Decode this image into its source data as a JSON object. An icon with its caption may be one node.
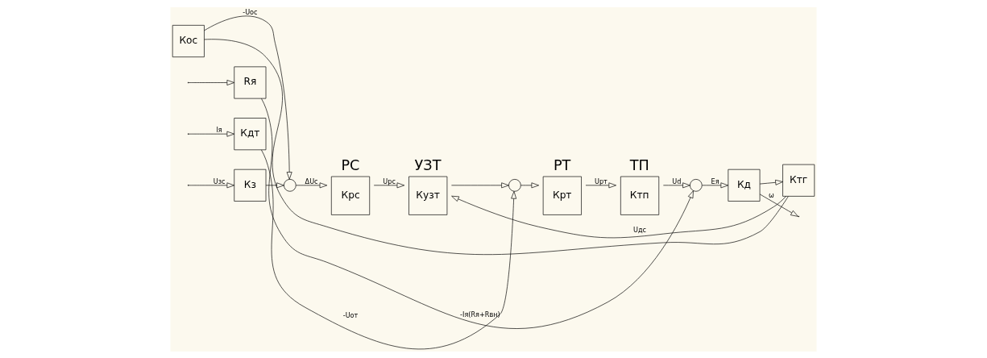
{
  "diagram": {
    "nodes": [
      {
        "text": [
          "Кз"
        ]
      },
      {
        "text": [],
        "shape": "circle"
      },
      {
        "text": [
          "РС",
          "Крс"
        ]
      },
      {
        "text": [
          "УЗТ",
          "Кузт"
        ]
      },
      {
        "text": [],
        "shape": "circle"
      },
      {
        "text": [
          "РТ",
          "Крт"
        ]
      },
      {
        "text": [
          "ТП",
          "Ктп"
        ]
      },
      {
        "text": [],
        "shape": "circle"
      },
      {
        "text": [
          "Кд"
        ]
      },
      {
        "text": [
          "Кос"
        ]
      },
      {
        "text": [
          "Ктг"
        ]
      },
      {
        "text": [
          "Кдт"
        ]
      },
      {
        "text": [
          "Rя"
        ]
      }
    ],
    "edges": [
      {
        "from": null,
        "to": 0,
        "arrow": "to",
        "label": "Uзс"
      },
      {
        "from": 0,
        "to": 1,
        "arrow": "to"
      },
      {
        "from": 1,
        "to": 2,
        "arrow": "to",
        "label": "ΔUс"
      },
      {
        "from": 2,
        "to": 3,
        "arrow": "to",
        "label": "Uрс"
      },
      {
        "from": 3,
        "to": 4,
        "arrow": "to"
      },
      {
        "from": 4,
        "to": 5,
        "arrow": "to"
      },
      {
        "from": 5,
        "to": 6,
        "arrow": "to",
        "label": "Uрт"
      },
      {
        "from": 6,
        "to": 7,
        "arrow": "to",
        "label": "Ud"
      },
      {
        "from": 7,
        "to": 8,
        "arrow": "to",
        "label": "Eя"
      },
      {
        "from": 8,
        "to": null,
        "arrow": "to",
        "label": "ω"
      },
      {
        "from": 8,
        "to": 10,
        "arrow": "to"
      },
      {
        "from": 10,
        "to": 9,
        "arrow": "none"
      },
      {
        "from": 9,
        "to": 1,
        "arrow": "to",
        "label": "-Uос"
      },
      {
        "from": 10,
        "to": 3,
        "arrow": "to",
        "label": "Uдс"
      },
      {
        "from": null,
        "to": 11,
        "arrow": "to",
        "label": "Iя"
      },
      {
        "from": null,
        "to": 12,
        "arrow": "to"
      },
      {
        "from": 11,
        "to": 4,
        "arrow": "to",
        "label": "-Uот"
      },
      {
        "from": 12,
        "to": 7,
        "arrow": "to",
        "label": "-Iя(Rя+Rвн)"
      }
    ]
  }
}
